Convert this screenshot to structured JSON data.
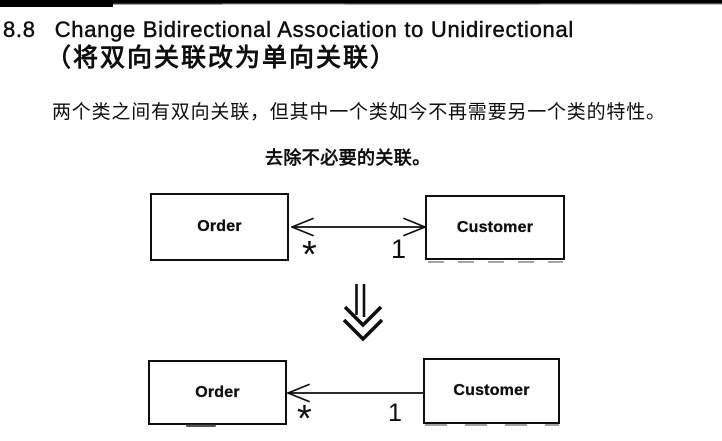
{
  "page": {
    "section_number": "8.8",
    "title": "Change Bidirectional Association to Unidirectional",
    "subtitle_zh": "（将双向关联改为单向关联）",
    "summary_zh": "两个类之间有双向关联，但其中一个类如今不再需要另一个类的特性。",
    "principle_zh": "去除不必要的关联。"
  },
  "colors": {
    "ink": "#0e0e0e",
    "paper": "#ffffff"
  },
  "diagrams": {
    "before": {
      "left_class": "Order",
      "right_class": "Customer",
      "left_multiplicity": "*",
      "right_multiplicity": "1",
      "association": "bidirectional"
    },
    "after": {
      "left_class": "Order",
      "right_class": "Customer",
      "left_multiplicity": "*",
      "right_multiplicity": "1",
      "association": "unidirectional, Customer to Order"
    }
  }
}
